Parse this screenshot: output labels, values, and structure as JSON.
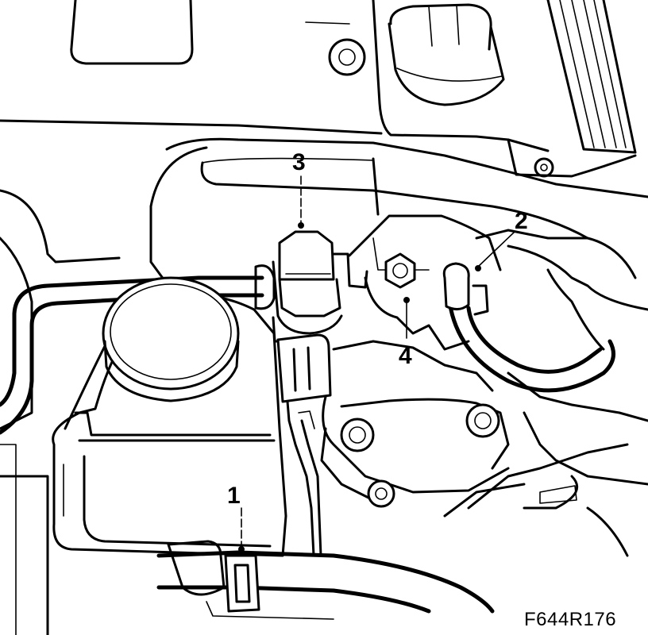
{
  "figure": {
    "code": "F644R176",
    "callouts": [
      {
        "label": "1"
      },
      {
        "label": "2"
      },
      {
        "label": "3"
      },
      {
        "label": "4"
      }
    ]
  }
}
